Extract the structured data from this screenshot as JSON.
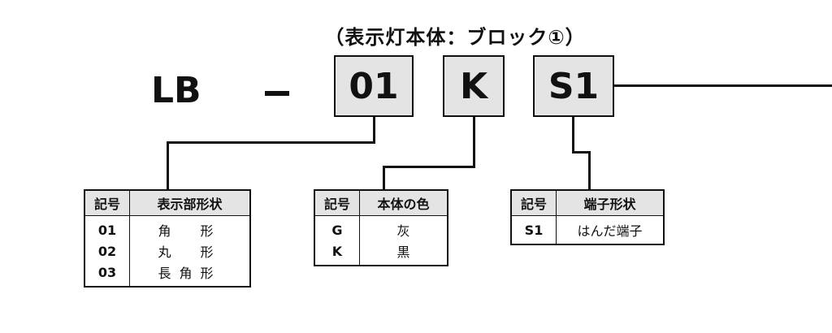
{
  "title": "（表示灯本体：ブロック①）",
  "prefix": "LB",
  "separator": "－",
  "codes": {
    "shape": "01",
    "color": "K",
    "terminal": "S1"
  },
  "tables": {
    "shape": {
      "headers": [
        "記号",
        "表示部形状"
      ],
      "rows": [
        {
          "code": "01",
          "value": "角　形"
        },
        {
          "code": "02",
          "value": "丸　形"
        },
        {
          "code": "03",
          "value": "長角形"
        }
      ]
    },
    "color": {
      "headers": [
        "記号",
        "本体の色"
      ],
      "rows": [
        {
          "code": "G",
          "value": "灰"
        },
        {
          "code": "K",
          "value": "黒"
        }
      ]
    },
    "terminal": {
      "headers": [
        "記号",
        "端子形状"
      ],
      "rows": [
        {
          "code": "S1",
          "value": "はんだ端子"
        }
      ]
    }
  },
  "colors": {
    "box_fill": "#e4e4e4",
    "line": "#111111"
  }
}
